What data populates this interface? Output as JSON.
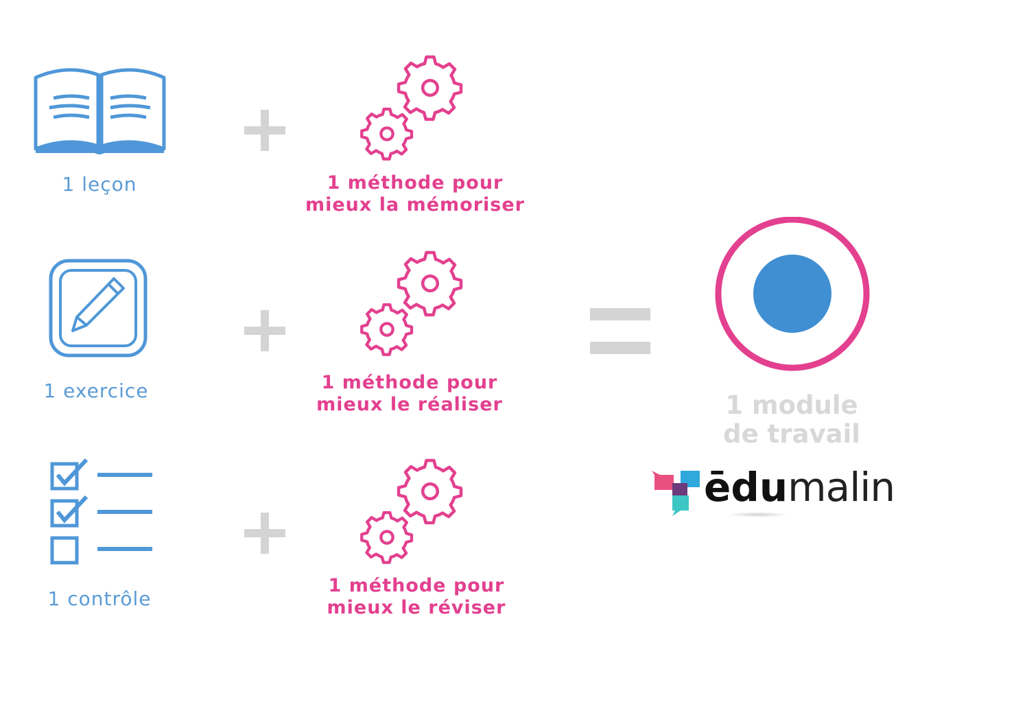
{
  "rows": [
    {
      "item_label": "1 leçon",
      "method_line1": "1 méthode pour",
      "method_line2": "mieux la mémoriser"
    },
    {
      "item_label": "1 exercice",
      "method_line1": "1 méthode pour",
      "method_line2": "mieux le réaliser"
    },
    {
      "item_label": "1 contrôle",
      "method_line1": "1 méthode pour",
      "method_line2": "mieux le réviser"
    }
  ],
  "result": {
    "line1": "1 module",
    "line2": "de travail"
  },
  "logo": {
    "part1": "ēdu",
    "part2": "malin"
  },
  "colors": {
    "blue": "#5b9bd5",
    "pink": "#e3408f",
    "grey": "#d4d4d4",
    "dot": "#3f8fd2"
  },
  "icons": [
    "book-icon",
    "pencil-icon",
    "checklist-icon",
    "gears-icon",
    "plus-icon",
    "equals-icon",
    "target-icon",
    "edumalin-logo"
  ]
}
